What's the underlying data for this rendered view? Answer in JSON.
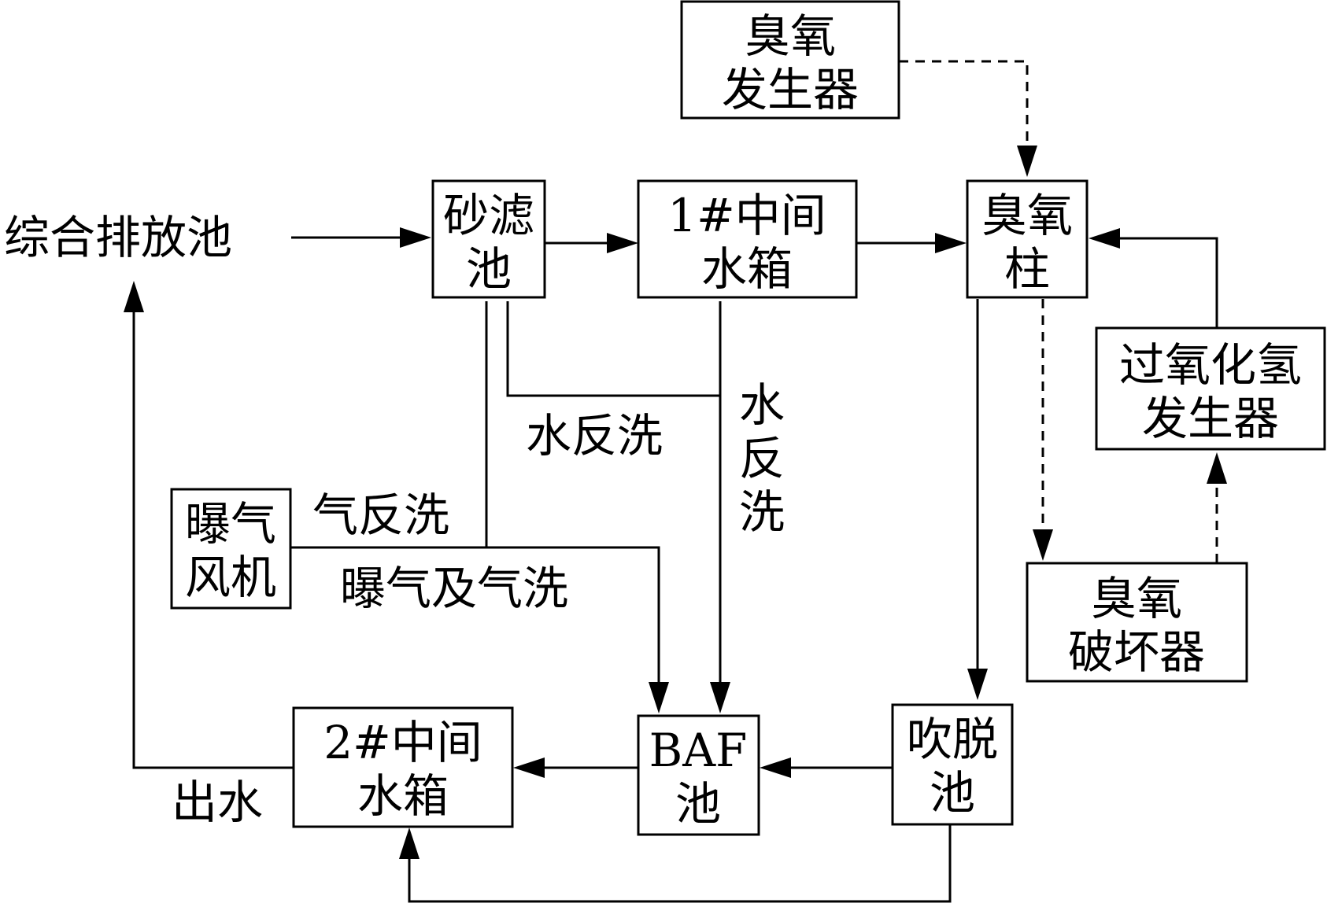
{
  "nodes": {
    "ozone_generator": {
      "line1": "臭氧",
      "line2": "发生器"
    },
    "sand_filter": {
      "line1": "砂滤",
      "line2": "池"
    },
    "tank1": {
      "line1": "1#中间",
      "line2": "水箱"
    },
    "ozone_column": {
      "line1": "臭氧",
      "line2": "柱"
    },
    "h2o2_generator": {
      "line1": "过氧化氢",
      "line2": "发生器"
    },
    "ozone_destructor": {
      "line1": "臭氧",
      "line2": "破坏器"
    },
    "aeration_blower": {
      "line1": "曝气",
      "line2": "风机"
    },
    "baf_tank": {
      "line1": "BAF",
      "line2": "池"
    },
    "stripping_tank": {
      "line1": "吹脱",
      "line2": "池"
    },
    "tank2": {
      "line1": "2#中间",
      "line2": "水箱"
    }
  },
  "labels": {
    "discharge_pool": "综合排放池",
    "water_backwash_h": "水反洗",
    "water_backwash_v": [
      "水",
      "反",
      "洗"
    ],
    "air_backwash": "气反洗",
    "aeration_and_air_wash": "曝气及气洗",
    "effluent": "出水"
  }
}
